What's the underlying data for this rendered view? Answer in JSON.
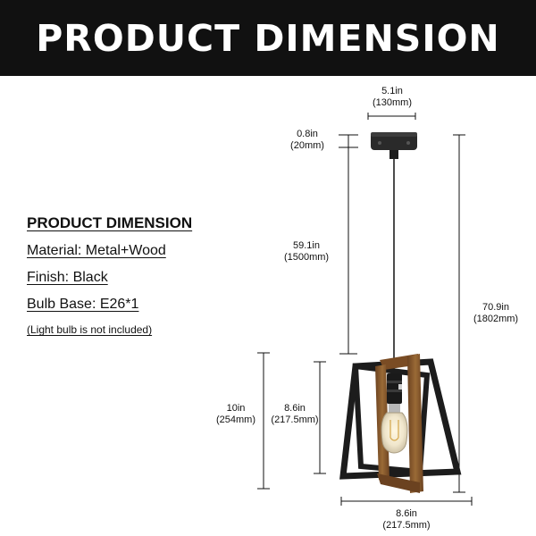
{
  "banner": {
    "title": "PRODUCT DIMENSION"
  },
  "specs": {
    "heading": "PRODUCT DIMENSION",
    "material": "Material: Metal+Wood",
    "finish": "Finish: Black",
    "bulb_base": "Bulb Base:  E26*1",
    "note": "(Light bulb is not included)"
  },
  "dimensions": {
    "canopy_width": {
      "in": "5.1in",
      "mm": "(130mm)"
    },
    "canopy_height": {
      "in": "0.8in",
      "mm": "(20mm)"
    },
    "rod_length": {
      "in": "59.1in",
      "mm": "(1500mm)"
    },
    "total_height": {
      "in": "70.9in",
      "mm": "(1802mm)"
    },
    "shade_height": {
      "in": "10in",
      "mm": "(254mm)"
    },
    "frame_height": {
      "in": "8.6in",
      "mm": "(217.5mm)"
    },
    "shade_width": {
      "in": "8.6in",
      "mm": "(217.5mm)"
    }
  },
  "colors": {
    "banner": "#111111",
    "metal": "#1c1c1c",
    "wood": "#8a5a2b",
    "wood_dark": "#6b4220"
  }
}
